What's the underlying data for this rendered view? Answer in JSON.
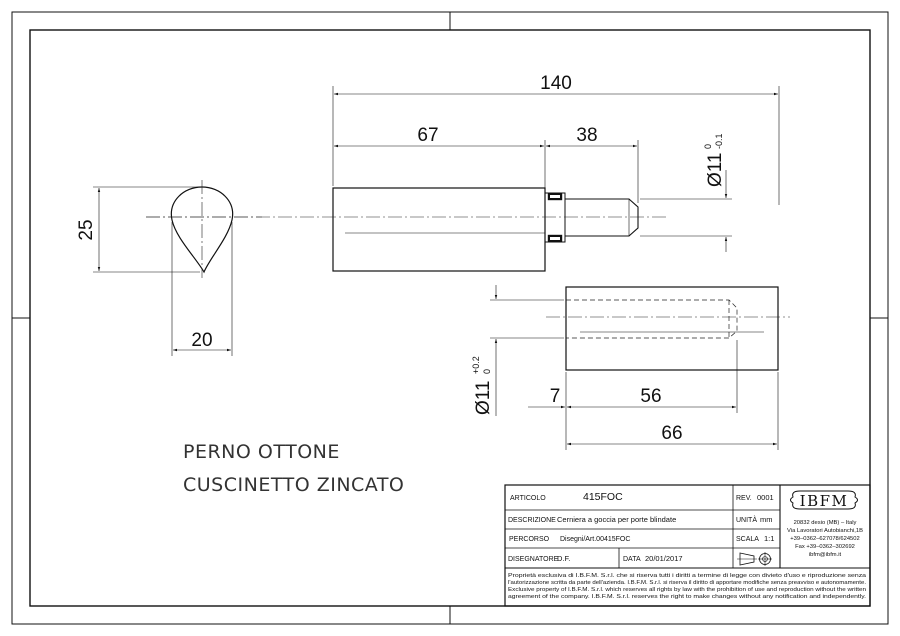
{
  "dimensions": {
    "total_length": "140",
    "body_length": "67",
    "pin_length": "38",
    "pin_diameter": "Ø11",
    "pin_tol_upper": "0",
    "pin_tol_lower": "-0.1",
    "profile_height": "25",
    "profile_width": "20",
    "bushing_diameter": "Ø11",
    "bushing_tol_upper": "+0.2",
    "bushing_tol_lower": "0",
    "bushing_offset": "7",
    "bore_depth": "56",
    "bushing_length": "66"
  },
  "notes": {
    "line1": "PERNO OTTONE",
    "line2": "CUSCINETTO ZINCATO"
  },
  "title_block": {
    "articolo_label": "ARTICOLO",
    "articolo_value": "415FOC",
    "rev_label": "REV.",
    "rev_value": "0001",
    "descrizione_label": "DESCRIZIONE",
    "descrizione_value": "Cerniera a goccia per porte blindate",
    "unita_label": "UNITÀ",
    "unita_value": "mm",
    "percorso_label": "PERCORSO",
    "percorso_value": "Disegni/Art.00415FOC",
    "scala_label": "SCALA",
    "scala_value": "1:1",
    "disegnatore_label": "DISEGNATORE",
    "disegnatore_value": "D.F.",
    "data_label": "DATA",
    "data_value": "20/01/2017",
    "disclaimer": [
      "Proprietà esclusiva di I.B.F.M. S.r.l. che si riserva tutti i diritti a termine di legge con divieto d'uso e riproduzione senza",
      "l'autorizzazione scritta da parte dell'azienda. I.B.F.M. S.r.l. si riserva il diritto di apportare modifiche senza preavviso e autonomamente.",
      "Exclusive property of I.B.F.M. S.r.l. which reserves all rights by law with the prohibition of use and reproduction without the written",
      "agreement of the company. I.B.F.M. S.r.l. reserves the right to make changes without any notification and independently."
    ]
  },
  "company": {
    "logo": "IBFM",
    "address": [
      "20832 desio (MB) – Italy",
      "Via Lavoratori Autobianchi,1B",
      "+39–0362–627078/624502",
      "Fax +39–0362–302692",
      "ibfm@ibfm.it"
    ]
  }
}
